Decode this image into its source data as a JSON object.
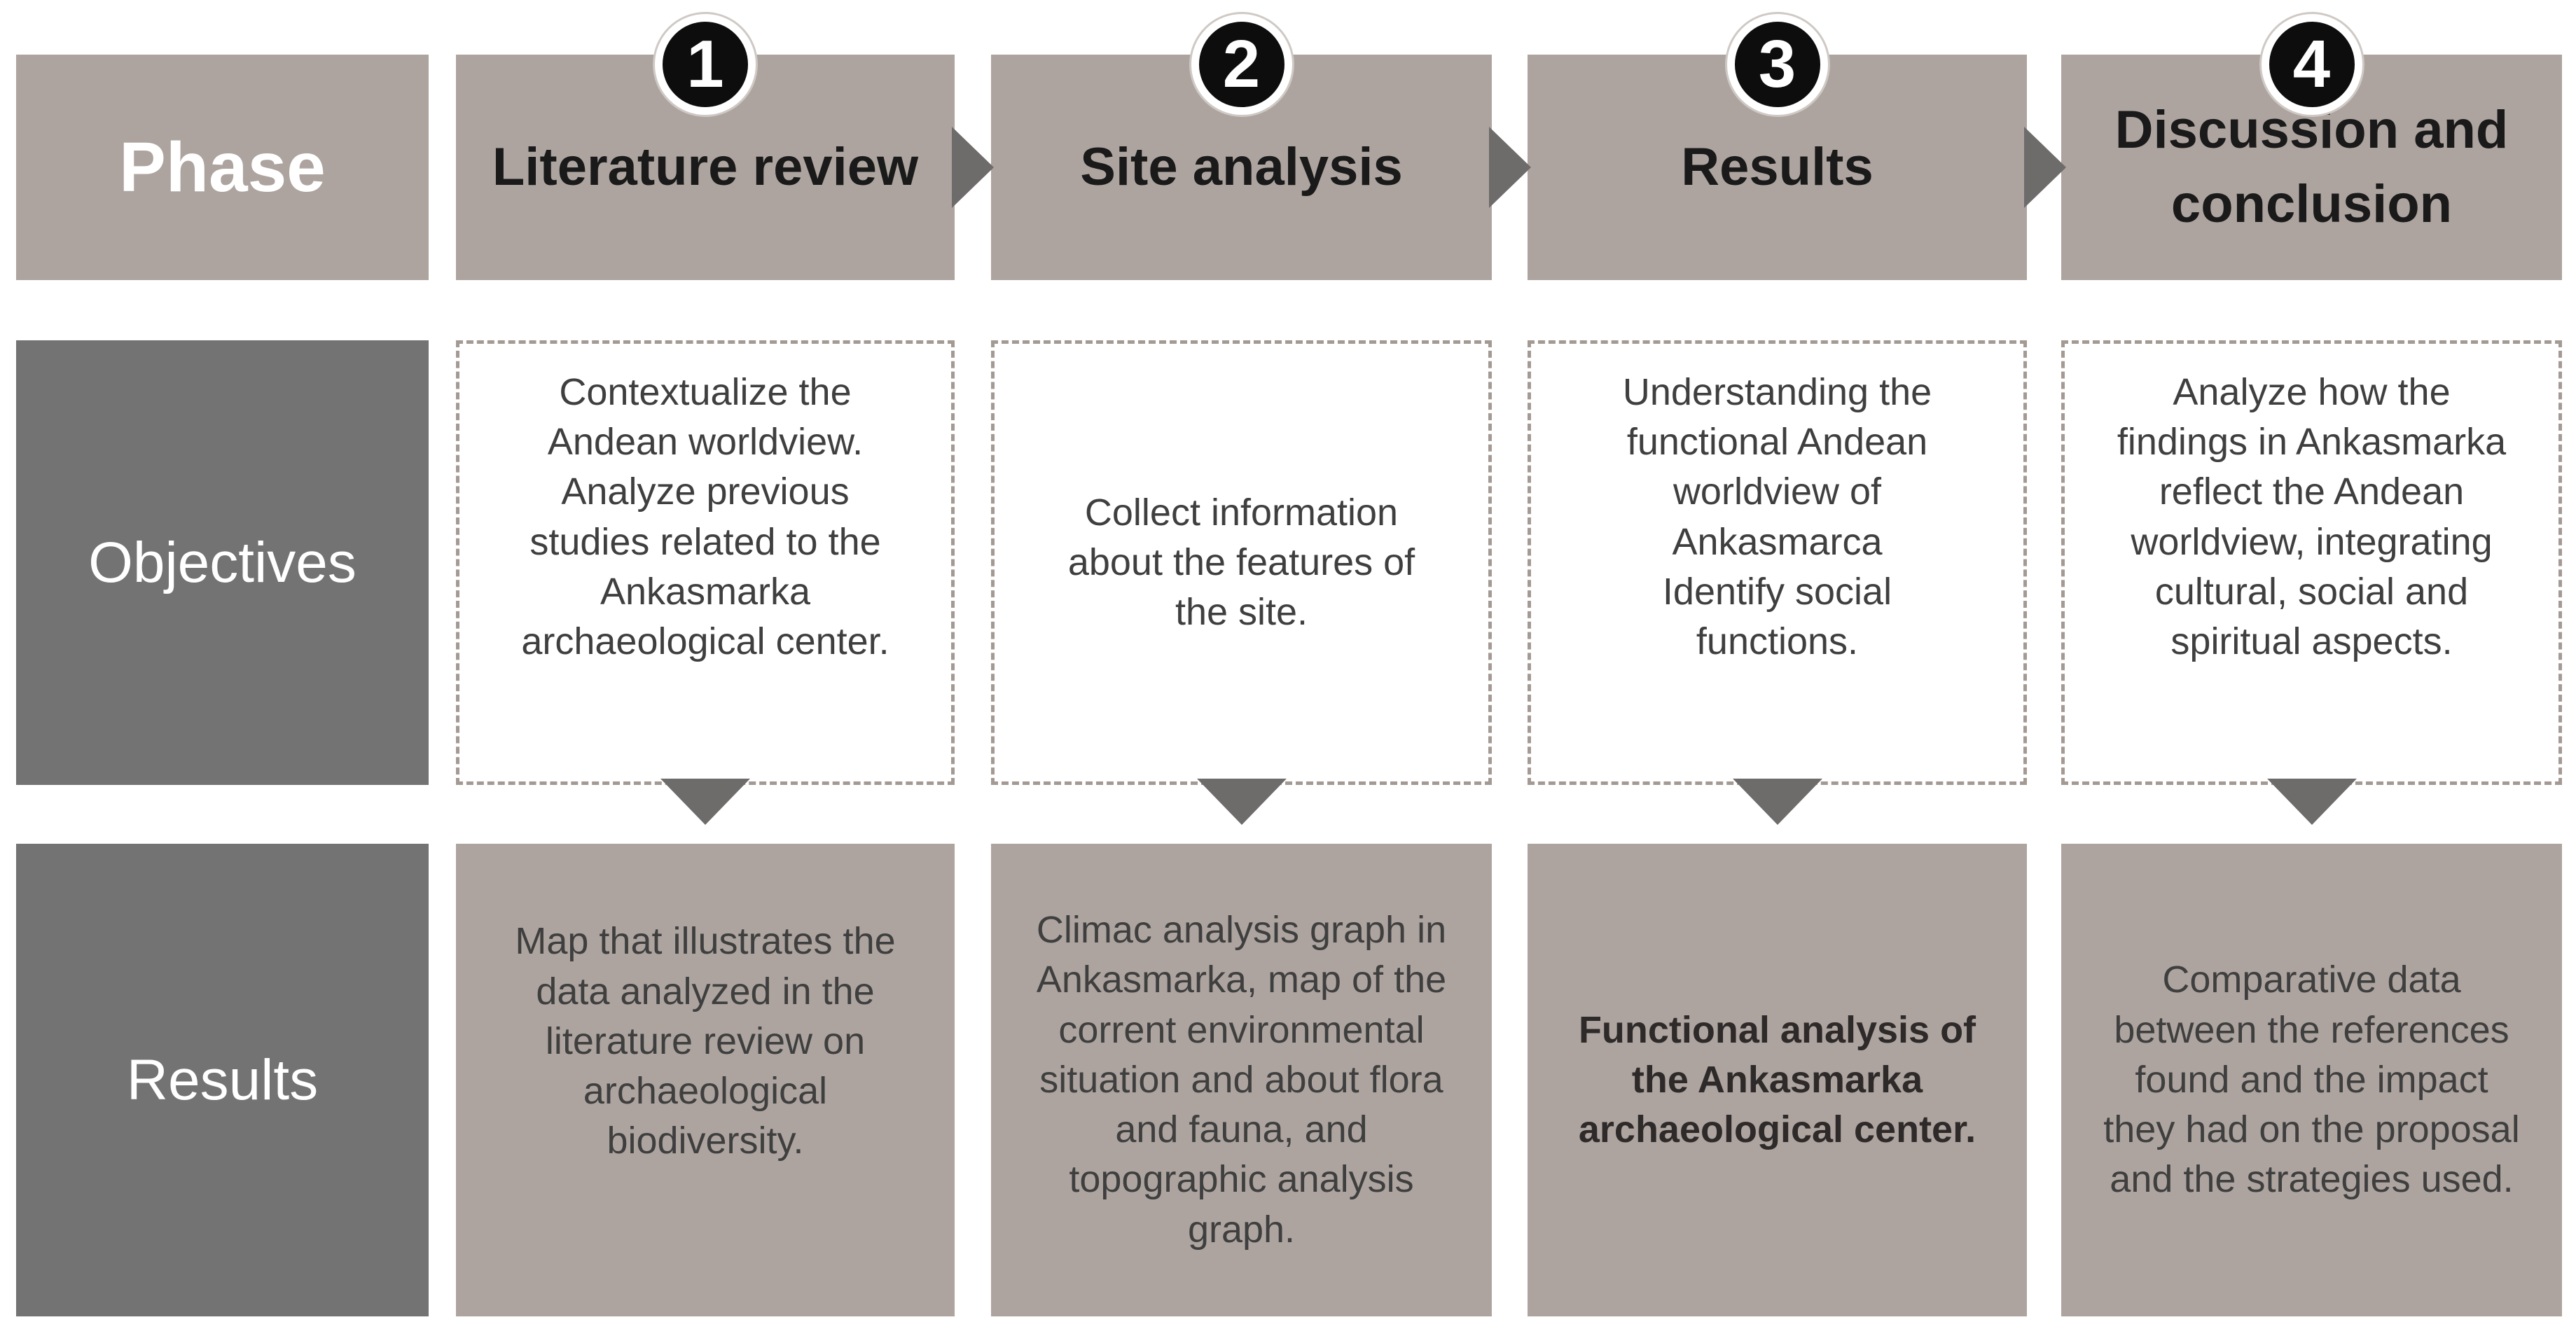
{
  "diagram": {
    "row_labels": {
      "phase": "Phase",
      "objectives": "Objectives",
      "results": "Results"
    },
    "phases": [
      {
        "number": "1",
        "title": "Literature review",
        "objective": "Contextualize the Andean worldview.\nAnalyze previous studies related to the Ankasmarka archaeological center.",
        "result": "Map that illustrates the data analyzed in the literature review on archaeological biodiversity."
      },
      {
        "number": "2",
        "title": "Site analysis",
        "objective": "Collect information about the features of the site.",
        "result": "Climac analysis graph in Ankasmarka, map of the corrent environmental situation and about flora and fauna, and topographic analysis graph."
      },
      {
        "number": "3",
        "title": "Results",
        "objective": "Understanding the functional Andean worldview of Ankasmarca\nIdentify social functions.",
        "result": "Functional analysis of the Ankasmarka archaeological center."
      },
      {
        "number": "4",
        "title": "Discussion and conclusion",
        "objective": "Analyze how the findings in Ankasmarka reflect the Andean worldview, integrating cultural, social and spiritual aspects.",
        "result": "Comparative data between the references found and the impact they had on the proposal and the strategies used."
      }
    ],
    "colors": {
      "taupe_box": "#ada49f",
      "dark_gray_box": "#737373",
      "arrow_gray": "#6e6b6b",
      "circle_black": "#0d0d0d",
      "dashed_border": "#a49a94"
    }
  }
}
